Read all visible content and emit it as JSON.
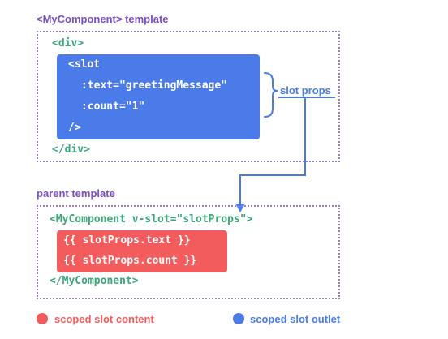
{
  "child_section": {
    "label": "<MyComponent> template",
    "open_tag": "<div>",
    "close_tag": "</div>",
    "slot_lines": [
      "<slot",
      ":text=\"greetingMessage\"",
      ":count=\"1\"",
      "/>"
    ]
  },
  "slot_props_label": "slot props",
  "parent_section": {
    "label": "parent template",
    "open_tag": "<MyComponent v-slot=\"slotProps\">",
    "close_tag": "</MyComponent>",
    "content_lines": [
      "{{ slotProps.text }}",
      "{{ slotProps.count }}"
    ]
  },
  "legend": {
    "content_label": "scoped slot content",
    "outlet_label": "scoped slot outlet"
  },
  "colors": {
    "outlet_blue": "#4a7be8",
    "content_red": "#f25c5c",
    "code_green": "#3aa679",
    "label_purple": "#7b4fc4",
    "border_purple": "#9b7ad6"
  }
}
